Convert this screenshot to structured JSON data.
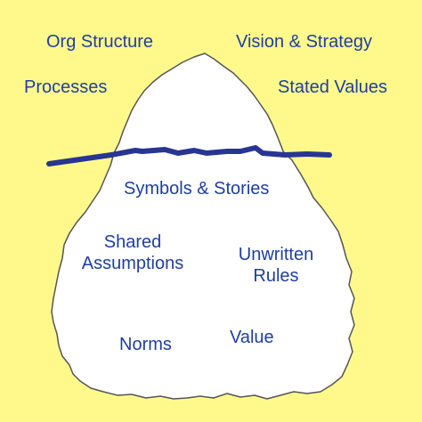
{
  "background_color": "#fff98c",
  "iceberg": {
    "fill_color": "#ffffff",
    "outline_color": "#555555",
    "waterline_color": "#283593"
  },
  "text_color": "#1f3ea0",
  "above_water": {
    "org_structure": "Org Structure",
    "vision_strategy": "Vision & Strategy",
    "processes": "Processes",
    "stated_values": "Stated Values"
  },
  "below_water": {
    "symbols_stories": "Symbols & Stories",
    "shared_assumptions_line1": "Shared",
    "shared_assumptions_line2": "Assumptions",
    "unwritten_rules_line1": "Unwritten",
    "unwritten_rules_line2": "Rules",
    "norms": "Norms",
    "value": "Value"
  }
}
